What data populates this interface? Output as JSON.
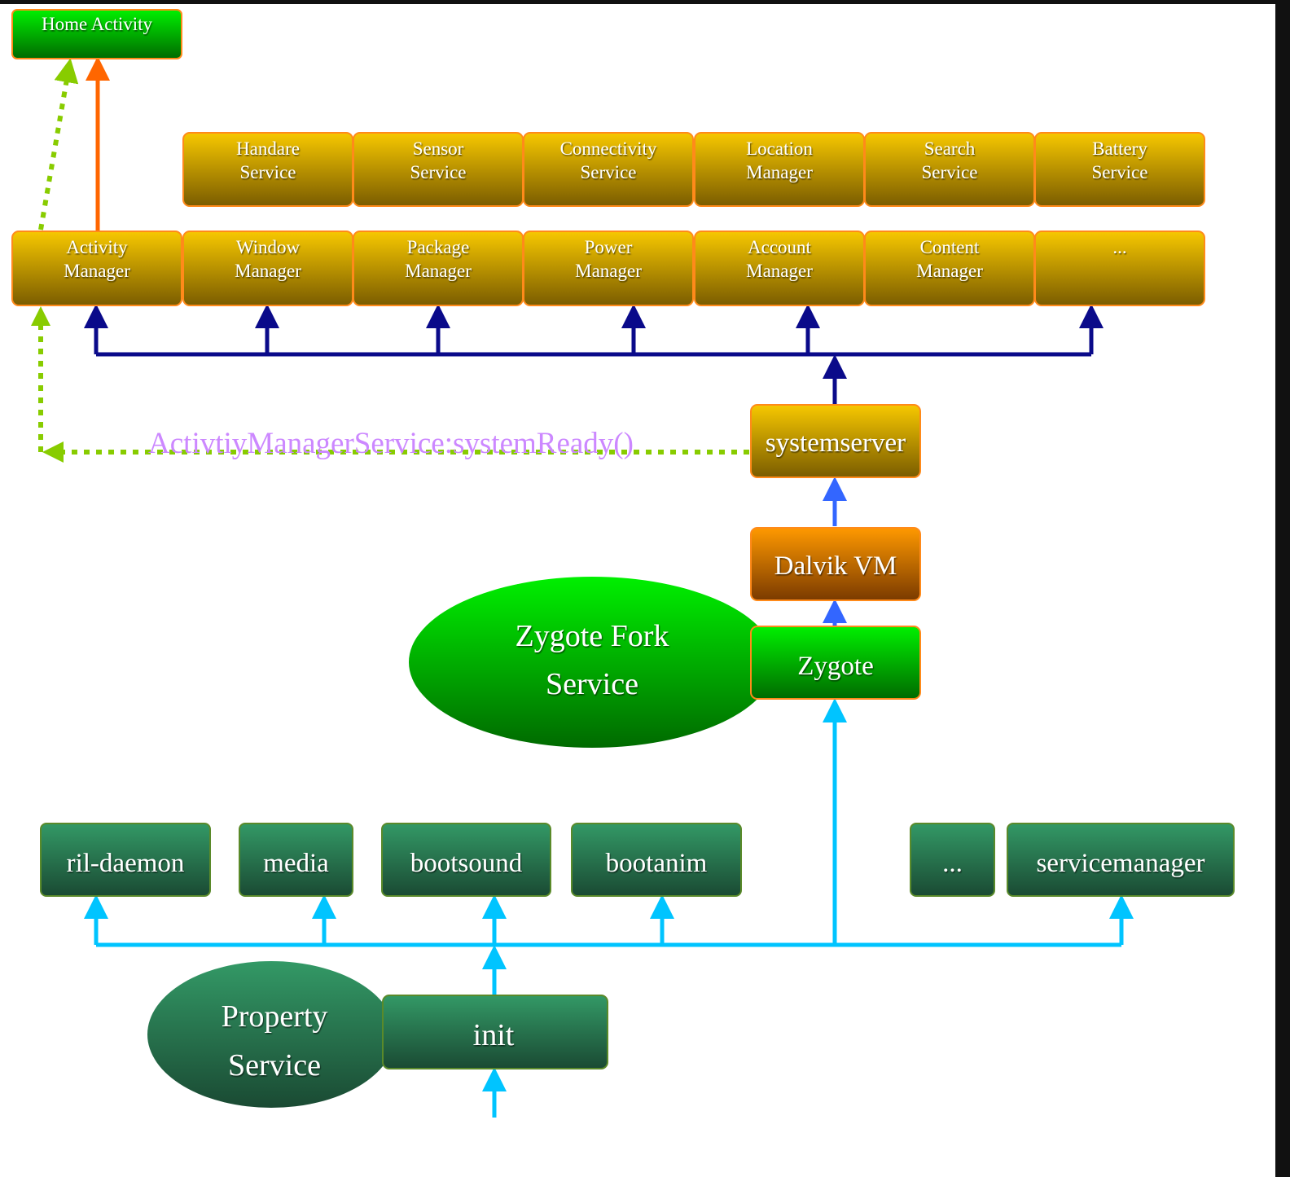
{
  "home": {
    "label": "Home Activity"
  },
  "services_row": [
    {
      "line1": "Handare",
      "line2": "Service"
    },
    {
      "line1": "Sensor",
      "line2": "Service"
    },
    {
      "line1": "Connectivity",
      "line2": "Service"
    },
    {
      "line1": "Location",
      "line2": "Manager"
    },
    {
      "line1": "Search",
      "line2": "Service"
    },
    {
      "line1": "Battery",
      "line2": "Service"
    }
  ],
  "managers_row": [
    {
      "line1": "Activity",
      "line2": "Manager"
    },
    {
      "line1": "Window",
      "line2": "Manager"
    },
    {
      "line1": "Package",
      "line2": "Manager"
    },
    {
      "line1": "Power",
      "line2": "Manager"
    },
    {
      "line1": "Account",
      "line2": "Manager"
    },
    {
      "line1": "Content",
      "line2": "Manager"
    },
    {
      "line1": "...",
      "line2": ""
    }
  ],
  "system_ready_label": "ActivtiyManagerService:systemReady()",
  "systemserver": "systemserver",
  "dalvik": "Dalvik VM",
  "zygote": "Zygote",
  "zygote_fork": {
    "line1": "Zygote Fork",
    "line2": "Service"
  },
  "daemons": [
    "ril-daemon",
    "media",
    "bootsound",
    "bootanim",
    "...",
    "servicemanager"
  ],
  "init": "init",
  "property_service": {
    "line1": "Property",
    "line2": "Service"
  },
  "colors": {
    "gold_top": "#f7c800",
    "gold_bottom": "#7a5c00",
    "green_top": "#00f000",
    "green_bottom": "#006a00",
    "dark_green_top": "#339966",
    "dark_green_bottom": "#1a4a33",
    "orange_top": "#ff9900",
    "orange_bottom": "#7a3a00",
    "navy": "#0a0a8a",
    "blue": "#3366ff",
    "cyan": "#00c4ff",
    "lime_dotted": "#88cc00",
    "orange_line": "#ff6600",
    "label_purple": "#cc88ff"
  }
}
